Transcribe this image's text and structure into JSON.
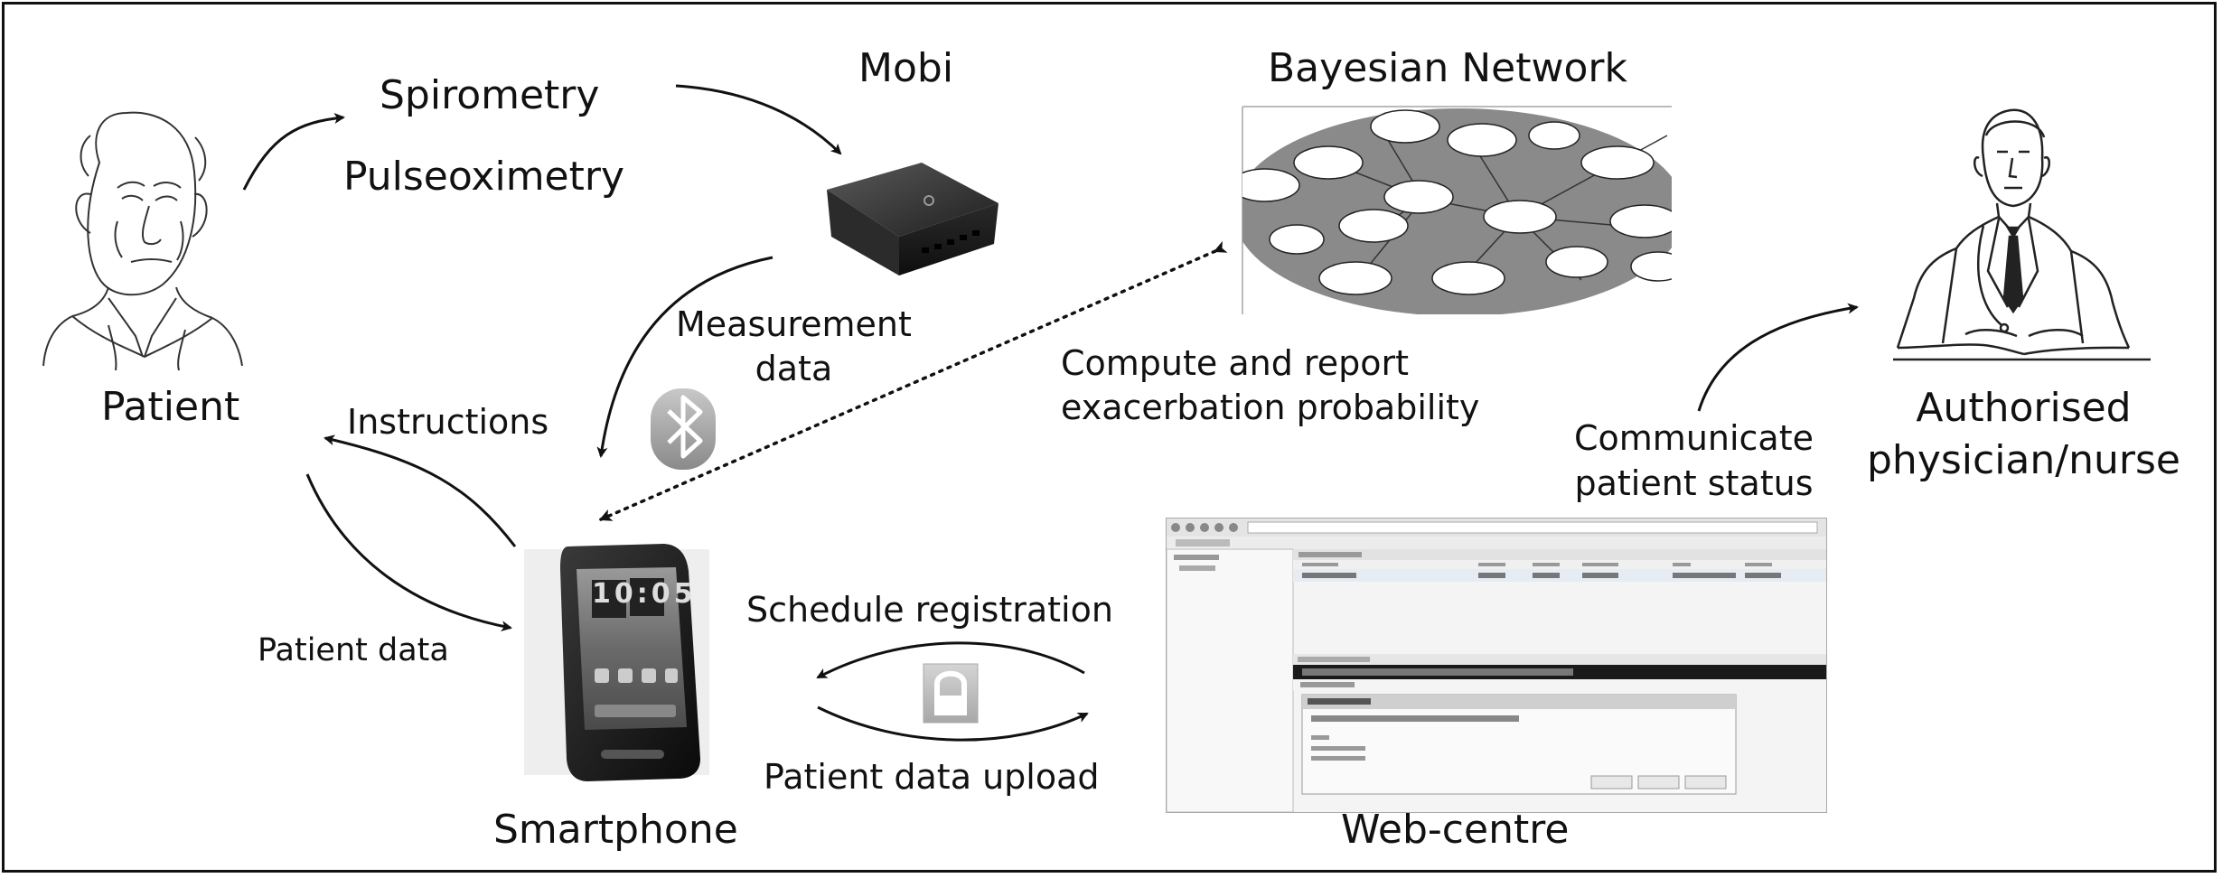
{
  "labels": {
    "patient": "Patient",
    "spirometry": "Spirometry",
    "pulseoximetry": "Pulseoximetry",
    "mobi": "Mobi",
    "bayesian_network": "Bayesian Network",
    "measurement_data": "Measurement\ndata",
    "instructions": "Instructions",
    "compute_report": "Compute and report\nexacerbation probability",
    "communicate": "Communicate\npatient status",
    "authorised": "Authorised\nphysician/nurse",
    "patient_data": "Patient data",
    "smartphone": "Smartphone",
    "schedule_registration": "Schedule registration",
    "patient_data_upload": "Patient data upload",
    "web_centre": "Web-centre"
  },
  "phone_clock": "10:05"
}
